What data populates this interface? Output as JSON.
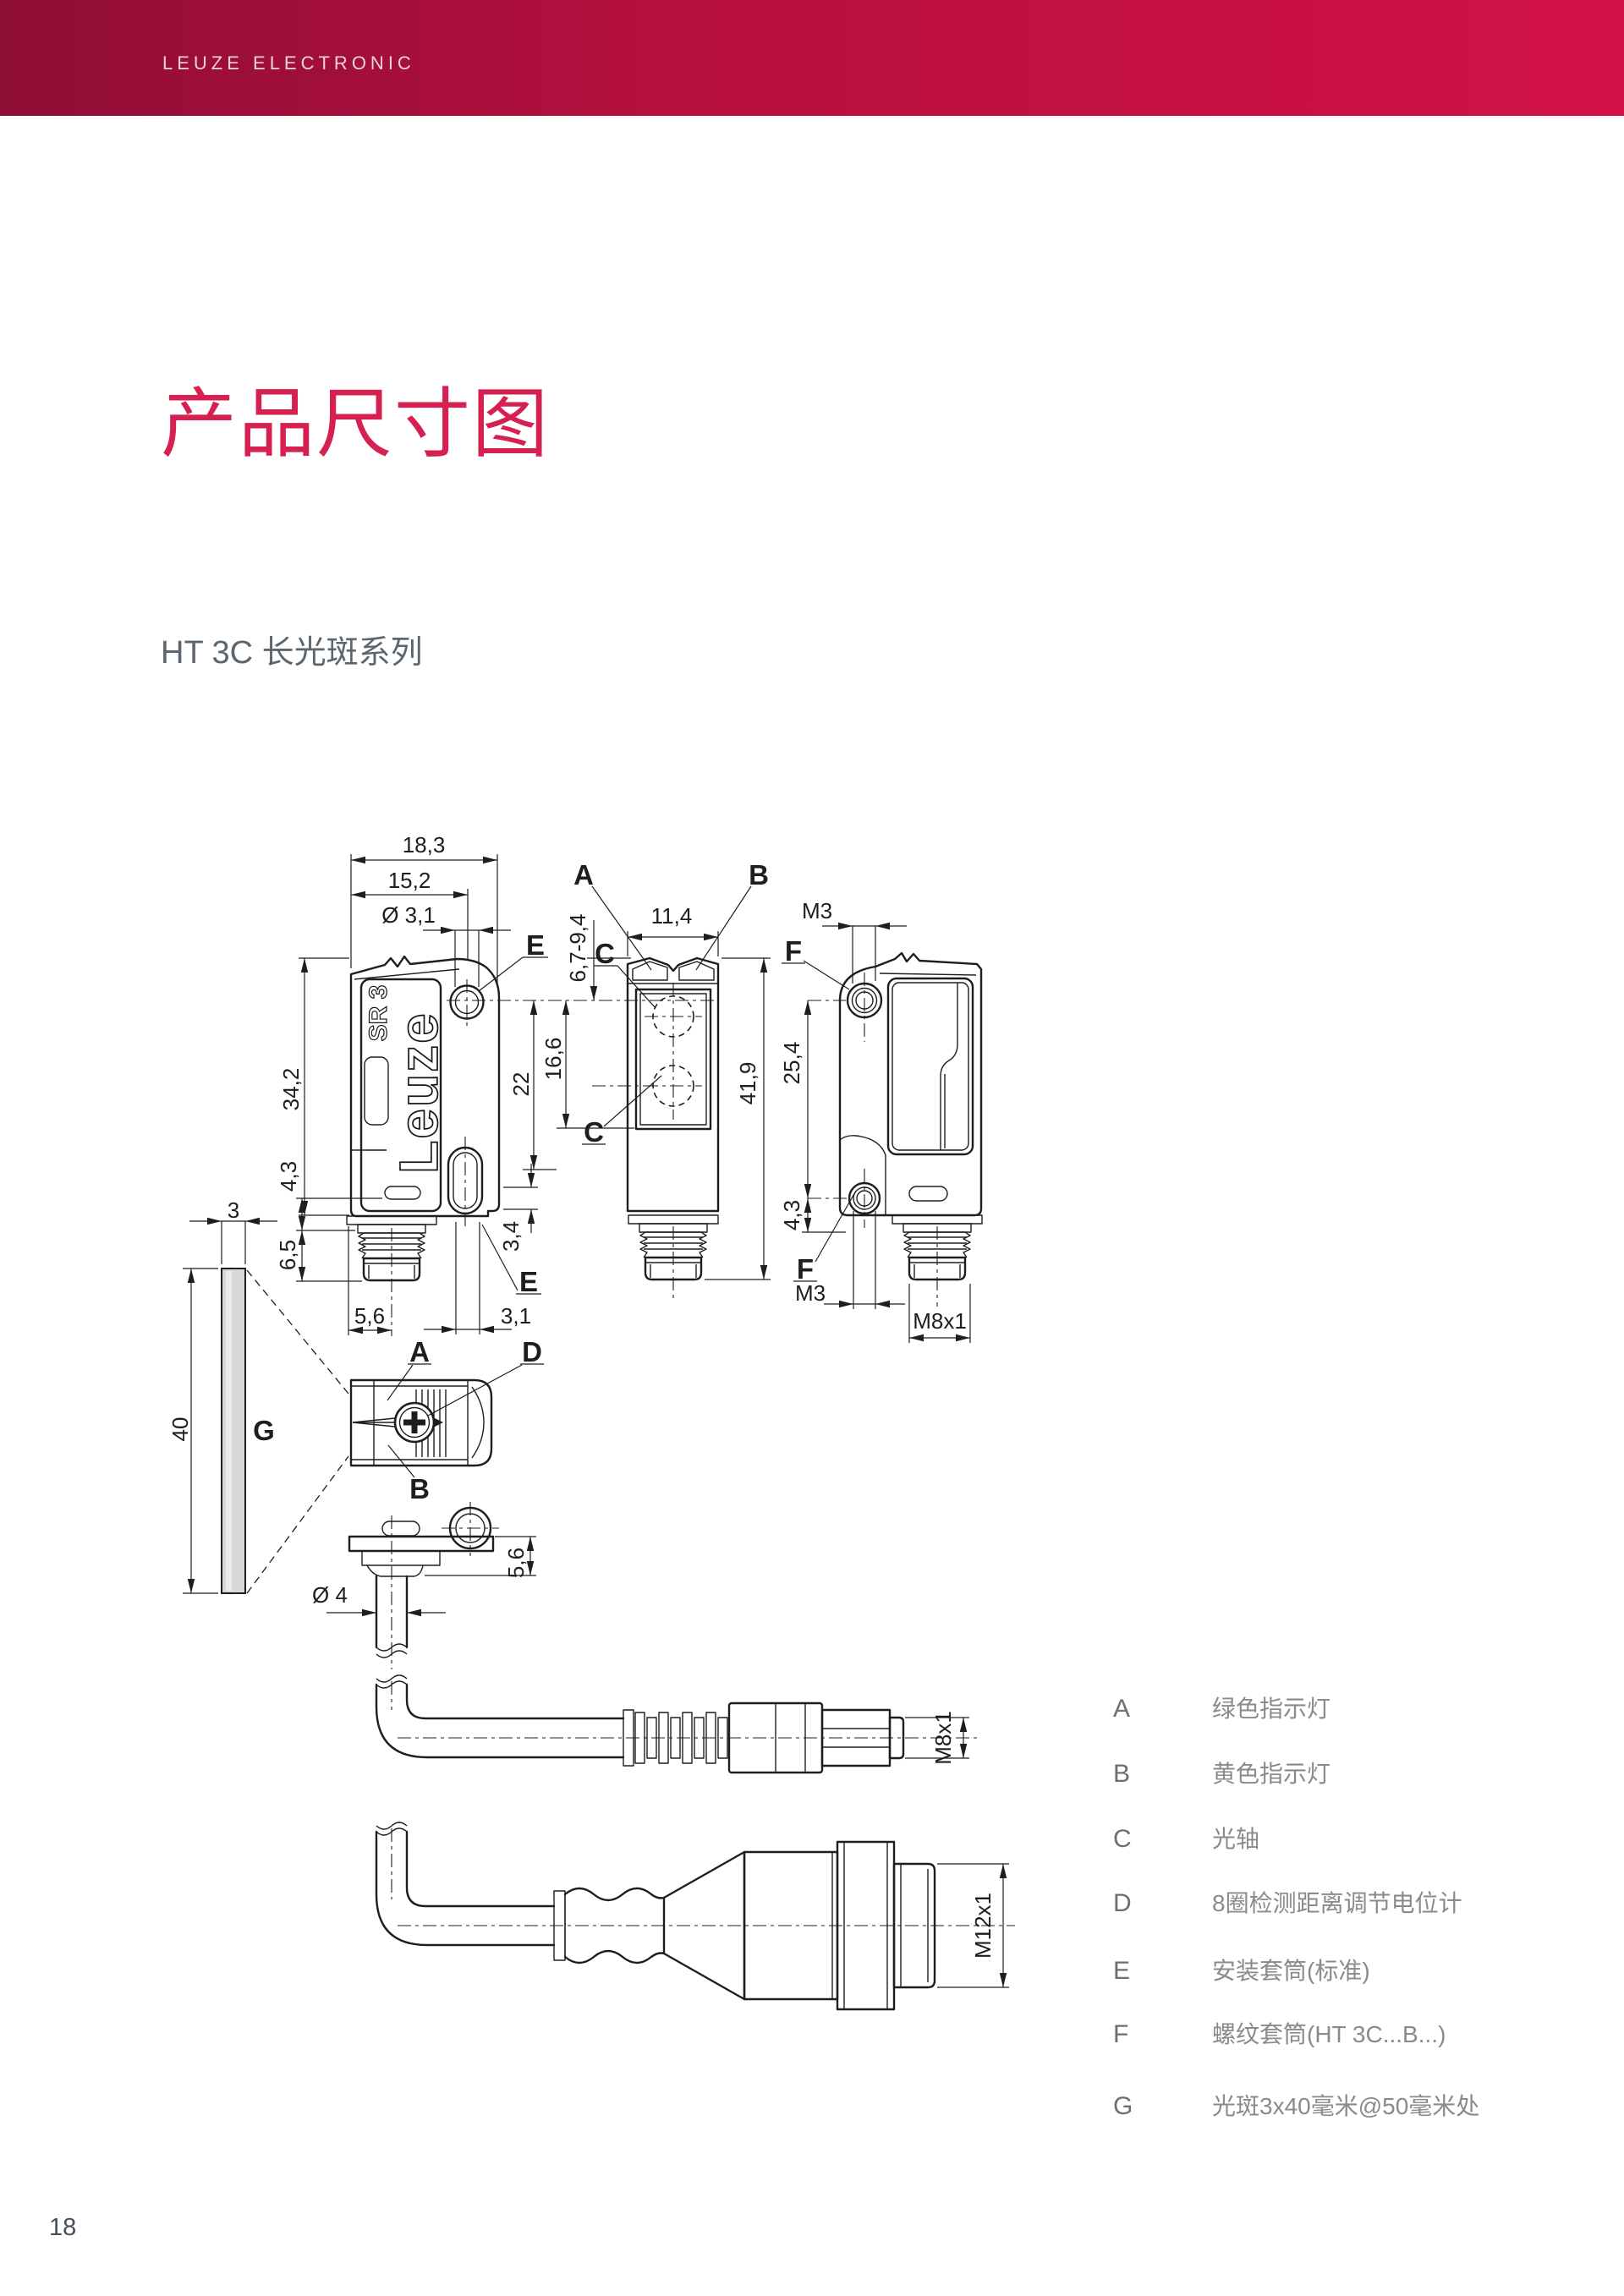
{
  "header": {
    "brand": "LEUZE ELECTRONIC"
  },
  "page": {
    "title": "产品尺寸图",
    "subtitle": "HT 3C 长光斑系列",
    "page_number": "18"
  },
  "drawing": {
    "logo_brand": "Leuze",
    "logo_model": "SR 3",
    "labels": {
      "A": "A",
      "B": "B",
      "C": "C",
      "D": "D",
      "E": "E",
      "F": "F",
      "G": "G"
    },
    "dims": {
      "w183": "18,3",
      "w152": "15,2",
      "dia31": "Ø 3,1",
      "h342": "34,2",
      "h43": "4,3",
      "h65": "6,5",
      "w56": "5,6",
      "w31": "3,1",
      "h34": "3,4",
      "v22": "22",
      "v166": "16,6",
      "w114": "11,4",
      "r6794": "6,7-9,4",
      "h419": "41,9",
      "m3_top": "M3",
      "m3_bottom": "M3",
      "v254": "25,4",
      "v43": "4,3",
      "m8_body": "M8x1",
      "bar_w": "3",
      "bar_h": "40",
      "dia4": "Ø 4",
      "v56": "5,6",
      "m8_conn": "M8x1",
      "m12_conn": "M12x1"
    }
  },
  "legend": {
    "items": [
      {
        "key": "A",
        "text": "绿色指示灯"
      },
      {
        "key": "B",
        "text": "黄色指示灯"
      },
      {
        "key": "C",
        "text": "光轴"
      },
      {
        "key": "D",
        "text": "8圈检测距离调节电位计"
      },
      {
        "key": "E",
        "text": "安装套筒(标准)"
      },
      {
        "key": "F",
        "text": "螺纹套筒(HT 3C...B...)"
      },
      {
        "key": "G",
        "text": "光斑3x40毫米@50毫米处"
      }
    ]
  }
}
